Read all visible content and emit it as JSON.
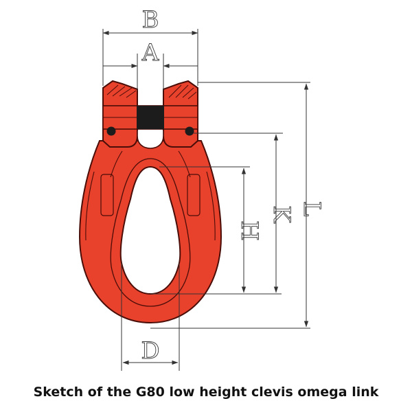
{
  "figure": {
    "caption": "Sketch of the G80 low height clevis omega link",
    "body_color": "#e8412c",
    "outline_color": "#4a0d08",
    "pin_color": "#1c1c1c",
    "line_color": "#333333"
  },
  "dimensions": {
    "a": "A",
    "b": "B",
    "d": "D",
    "h": "H",
    "k": "K",
    "l": "L"
  }
}
